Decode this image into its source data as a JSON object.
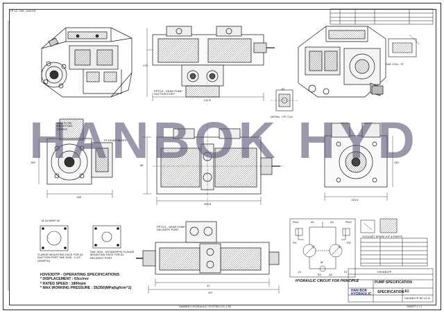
{
  "watermark": "HANBOK HYD",
  "corner_code": "YP 12 - MH - AXKXD",
  "specs": {
    "title": "H3V63DTP - OPERATING SPECIFICATIONS",
    "displacement": "* DISPLACEMENT : 63cc/rev",
    "rated_speed": "* RATED SPEED : 1800rpm",
    "max_pressure": "* MAX WORKING PRESSURE : 35(350)MPa(kgf/cm^2)"
  },
  "labels": {
    "gear_pump": "PPT1/4 - GEAR PUMP SUCTION PORT",
    "gear_pump_delivery": "PPT1/4 - GEAR PUMP DELIVERY PORT",
    "adjust_screw": "MAX FLOW ADJUSTING SCREW",
    "port_pt": "PT1/8 AIR BLEED",
    "flange_left": "FLANGE MOUNTING FACE FOR A1 SUCTION PORT SAE J518 - 3 1/2\"(3000PSI)",
    "flange_right": "SAE J518 - 3/4\"(6000PSI) FLANGE MOUNTING FACE FOR A1 DELIVERY PORT",
    "detail": "DETAIL - PP-T1/4",
    "hydraulic_circuit": "HYDRAULIC CIRCUIT FOR PRINCIPLE",
    "pump_spec": "PUMP SPECIFICATION",
    "splined": "SAE J744 - 9T",
    "mount_face": "M 16 DEEP 30",
    "bottom_note": "HANBOK HYDRAULIC SYSTEM CO.,LTD"
  },
  "dimensions": [
    "178",
    "211.5",
    "138",
    "159",
    "323.8",
    "86",
    "133.5",
    "140",
    "197",
    "82",
    "41"
  ],
  "title_block": {
    "company": "HAN BOK",
    "company2": "HYDRAULIC",
    "drawing_title": "H3V63DTP",
    "spec_label": "SPECIFICATION",
    "scale": "A1",
    "dwg_no": "H3V63DTP-SP-01-A",
    "sheet_label": "SHEET 1 / 1"
  },
  "circuit_labels": [
    "Psv1",
    "A1",
    "A2",
    "Psv2",
    "Pi1",
    "Pi2",
    "Dr",
    "B3",
    "A3",
    "Dr",
    "M"
  ],
  "mini_table_title": "TOOLSET SPARE KIT & PARTS"
}
